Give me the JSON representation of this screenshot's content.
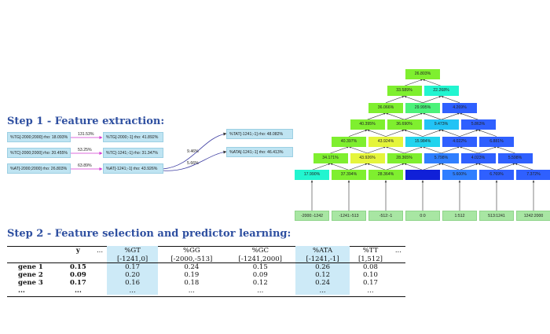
{
  "step1_title": "Step 1 - Feature extraction:",
  "step2_title": "Step 2 - Feature selection and predictor learning:",
  "features": {
    "col1": [
      "%TG[-2000;2000] rho: 18.093%",
      "%TC[-2000;2000] rho: 20.455%",
      "%AT[-2000;2000] rho: 26.803%"
    ],
    "col2": [
      "%TG[-2000;-1] rho: 41.892%",
      "%TC[-1241;-1] rho: 31.347%",
      "%AT[-1241;-1] rho: 43.926%"
    ],
    "col3": [
      "%TAT[-1241;-1] rho: 48.082%",
      "%ATA[-1241;-1] rho: 46.413%"
    ],
    "edge_pct_1": [
      "131.53%",
      "53.25%",
      "63.89%"
    ],
    "edge_pct_2": [
      "9.46%",
      "5.66%"
    ]
  },
  "pyramid": {
    "rows": [
      [
        "26.803%"
      ],
      [
        "33.589%",
        "22.268%"
      ],
      [
        "36.066%",
        "29.995%",
        "4.269%"
      ],
      [
        "40.395%",
        "36.690%",
        "9.473%",
        "5.863%"
      ],
      [
        "40.397%",
        "43.924%",
        "15.984%",
        "4.022%",
        "6.881%"
      ],
      [
        "34.171%",
        "43.926%",
        "28.365%",
        "5.798%",
        "4.023%",
        "5.598%"
      ],
      [
        "17.990%",
        "37.394%",
        "28.364%",
        "",
        "5.600%",
        "6.769%",
        "7.372%"
      ]
    ],
    "colors": [
      [
        "#7fef2f"
      ],
      [
        "#7fef2f",
        "#22f5d0"
      ],
      [
        "#7fef2f",
        "#4bf27a",
        "#2f60ff"
      ],
      [
        "#7fef2f",
        "#7fef2f",
        "#22c3f5",
        "#2f60ff"
      ],
      [
        "#7fef2f",
        "#e5f53c",
        "#22d4ee",
        "#2f60ff",
        "#2f60ff"
      ],
      [
        "#7fef2f",
        "#e5f53c",
        "#7fef2f",
        "#2f7fff",
        "#2f60ff",
        "#2f60ff"
      ],
      [
        "#22f5d0",
        "#7fef2f",
        "#7fef2f",
        "#1020d8",
        "#2f7fff",
        "#2f60ff",
        "#2f60ff"
      ]
    ],
    "leaves": [
      "-2000:-1242",
      "-1241:-513",
      "-512:-1",
      "0:0",
      "1:512",
      "513:1241",
      "1242:2000"
    ]
  },
  "table": {
    "header_top": [
      "",
      "y",
      "...",
      "%GT",
      "%GG",
      "%GC",
      "%ATA",
      "%TT",
      "..."
    ],
    "header_bottom": [
      "",
      "",
      "",
      "[-1241,0]",
      "[-2000,-513]",
      "[-1241,2000]",
      "[-1241,-1]",
      "[1,512]",
      ""
    ],
    "rows": [
      [
        "gene 1",
        "0.15",
        "",
        "0.17",
        "0.24",
        "0.15",
        "0.26",
        "0.08",
        ""
      ],
      [
        "gene 2",
        "0.09",
        "",
        "0.20",
        "0.19",
        "0.09",
        "0.12",
        "0.10",
        ""
      ],
      [
        "gene 3",
        "0.17",
        "",
        "0.16",
        "0.18",
        "0.12",
        "0.24",
        "0.17",
        ""
      ],
      [
        "...",
        "...",
        "",
        "...",
        "...",
        "...",
        "...",
        "...",
        ""
      ]
    ],
    "highlight_color": "#cdeaf7"
  }
}
